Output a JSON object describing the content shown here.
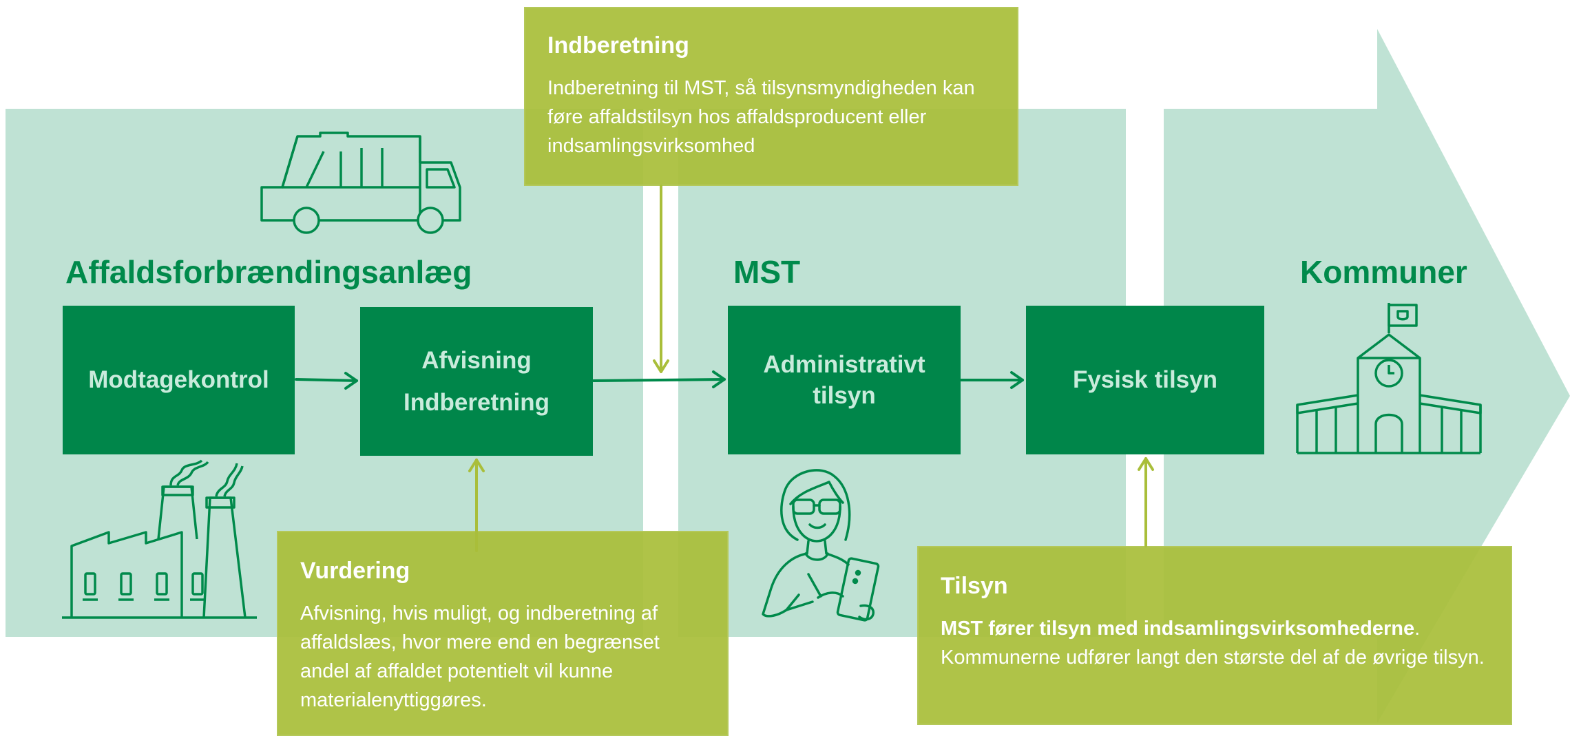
{
  "colors": {
    "panel": "#bfe2d4",
    "process_box": "#00864a",
    "process_text": "#c9ebdc",
    "section_title": "#008a4b",
    "info_box": "#a9be3a",
    "arrow_green": "#008a4b",
    "arrow_lime": "#a9be3a"
  },
  "sections": {
    "plant": {
      "title": "Affaldsforbrændingsanlæg"
    },
    "mst": {
      "title": "MST"
    },
    "municipalities": {
      "title": "Kommuner"
    }
  },
  "process": {
    "reception": {
      "label": "Modtagekontrol"
    },
    "rejection": {
      "line1": "Afvisning",
      "line2": "Indberetning"
    },
    "admin": {
      "line1": "Administrativt",
      "line2": "tilsyn"
    },
    "physical": {
      "label": "Fysisk tilsyn"
    }
  },
  "info": {
    "reporting": {
      "title": "Indberetning",
      "text": "Indberetning til MST, så tilsynsmyndigheden kan føre affaldstilsyn hos affaldsproducent eller indsamlingsvirksomhed"
    },
    "assessment": {
      "title": "Vurdering",
      "text": "Afvisning, hvis muligt, og indberetning af affaldslæs, hvor mere end en begrænset andel af affaldet potentielt vil kunne materialenyttiggøres."
    },
    "supervision": {
      "title": "Tilsyn",
      "text_bold": "MST fører tilsyn med indsamlingsvirksomhederne",
      "text_rest": ". Kommunerne udfører langt den største del af de øvrige tilsyn."
    }
  },
  "icons": {
    "truck": "garbage-truck-icon",
    "factory": "factory-icon",
    "person": "woman-with-tablet-icon",
    "townhall": "town-hall-icon"
  }
}
